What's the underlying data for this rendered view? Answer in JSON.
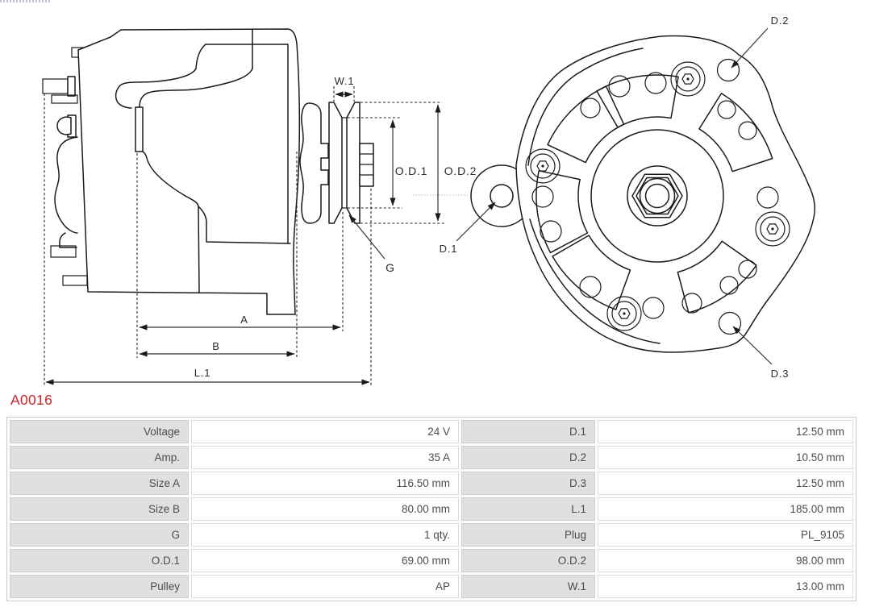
{
  "part_number": {
    "text": "A0016",
    "color": "#c2272e"
  },
  "drawing": {
    "stroke_color": "#1a1a1a",
    "side_view": {
      "labels": {
        "w1": "W.1",
        "od1": "O.D.1",
        "od2": "O.D.2",
        "g": "G",
        "a": "A",
        "b": "B",
        "l1": "L.1",
        "d1": "D.1"
      }
    },
    "rear_view": {
      "labels": {
        "d2": "D.2",
        "d3": "D.3"
      }
    }
  },
  "spec_table": {
    "label_bg": "#e0e0e0",
    "rows": [
      {
        "label_left": "Voltage",
        "value_left": "24 V",
        "label_right": "D.1",
        "value_right": "12.50 mm"
      },
      {
        "label_left": "Amp.",
        "value_left": "35 A",
        "label_right": "D.2",
        "value_right": "10.50 mm"
      },
      {
        "label_left": "Size A",
        "value_left": "116.50 mm",
        "label_right": "D.3",
        "value_right": "12.50 mm"
      },
      {
        "label_left": "Size B",
        "value_left": "80.00 mm",
        "label_right": "L.1",
        "value_right": "185.00 mm"
      },
      {
        "label_left": "G",
        "value_left": "1 qty.",
        "label_right": "Plug",
        "value_right": "PL_9105"
      },
      {
        "label_left": "O.D.1",
        "value_left": "69.00 mm",
        "label_right": "O.D.2",
        "value_right": "98.00 mm"
      },
      {
        "label_left": "Pulley",
        "value_left": "AP",
        "label_right": "W.1",
        "value_right": "13.00 mm"
      }
    ]
  }
}
